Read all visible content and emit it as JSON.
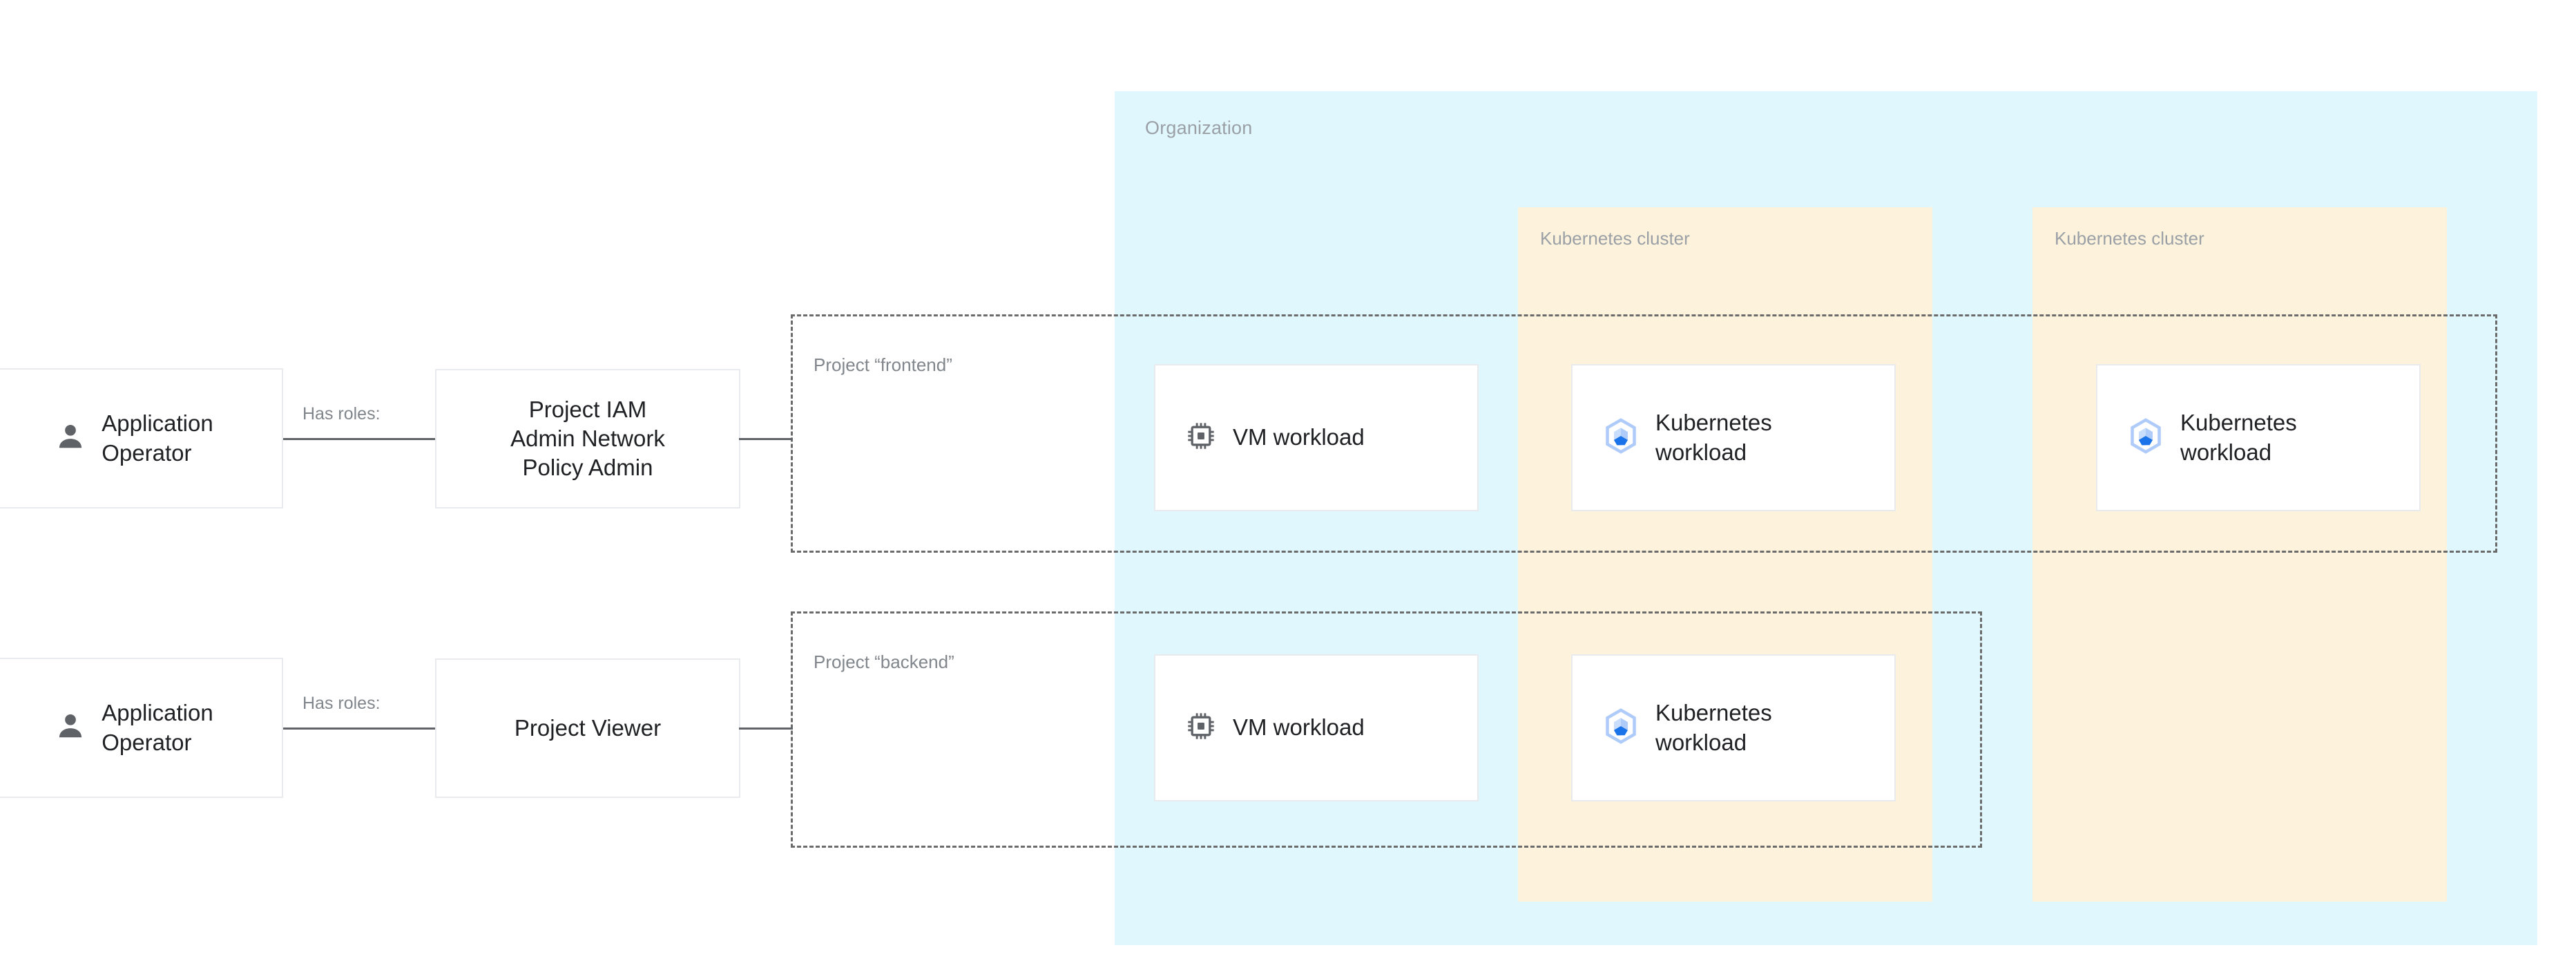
{
  "organization": {
    "label": "Organization",
    "bg_color": "#e0f7fd"
  },
  "clusters": [
    {
      "label": "Kubernetes cluster",
      "bg_color": "#fdf3dc"
    },
    {
      "label": "Kubernetes cluster",
      "bg_color": "#fdf3dc"
    }
  ],
  "projects": [
    {
      "label": "Project “frontend”"
    },
    {
      "label": "Project “backend”"
    }
  ],
  "rows": [
    {
      "principal": {
        "line1": "Application",
        "line2": "Operator",
        "icon": "person-icon"
      },
      "connector_label": "Has roles:",
      "role": {
        "line1": "Project IAM",
        "line2": "Admin Network",
        "line3": "Policy Admin"
      }
    },
    {
      "principal": {
        "line1": "Application",
        "line2": "Operator",
        "icon": "person-icon"
      },
      "connector_label": "Has roles:",
      "role": {
        "line1": "Project Viewer",
        "line2": "",
        "line3": ""
      }
    }
  ],
  "workloads": {
    "vm_frontend": {
      "label": "VM workload",
      "icon": "cpu-chip-icon"
    },
    "k8s_frontend_1": {
      "line1": "Kubernetes",
      "line2": "workload",
      "icon": "kubernetes-hexagon-icon"
    },
    "k8s_frontend_2": {
      "line1": "Kubernetes",
      "line2": "workload",
      "icon": "kubernetes-hexagon-icon"
    },
    "vm_backend": {
      "label": "VM workload",
      "icon": "cpu-chip-icon"
    },
    "k8s_backend": {
      "line1": "Kubernetes",
      "line2": "workload",
      "icon": "kubernetes-hexagon-icon"
    }
  },
  "colors": {
    "organization_bg": "#e0f7fd",
    "cluster_bg": "#fdf3dc",
    "box_border": "#e8eaed",
    "text_primary": "#202124",
    "text_muted": "#80868b",
    "label_muted": "#9aa0a6",
    "connector_line": "#5f6368",
    "k8s_icon_light": "#aecbfa",
    "k8s_icon_dark": "#1a73e8",
    "vm_icon": "#5f6368",
    "person_icon": "#5f6368"
  }
}
